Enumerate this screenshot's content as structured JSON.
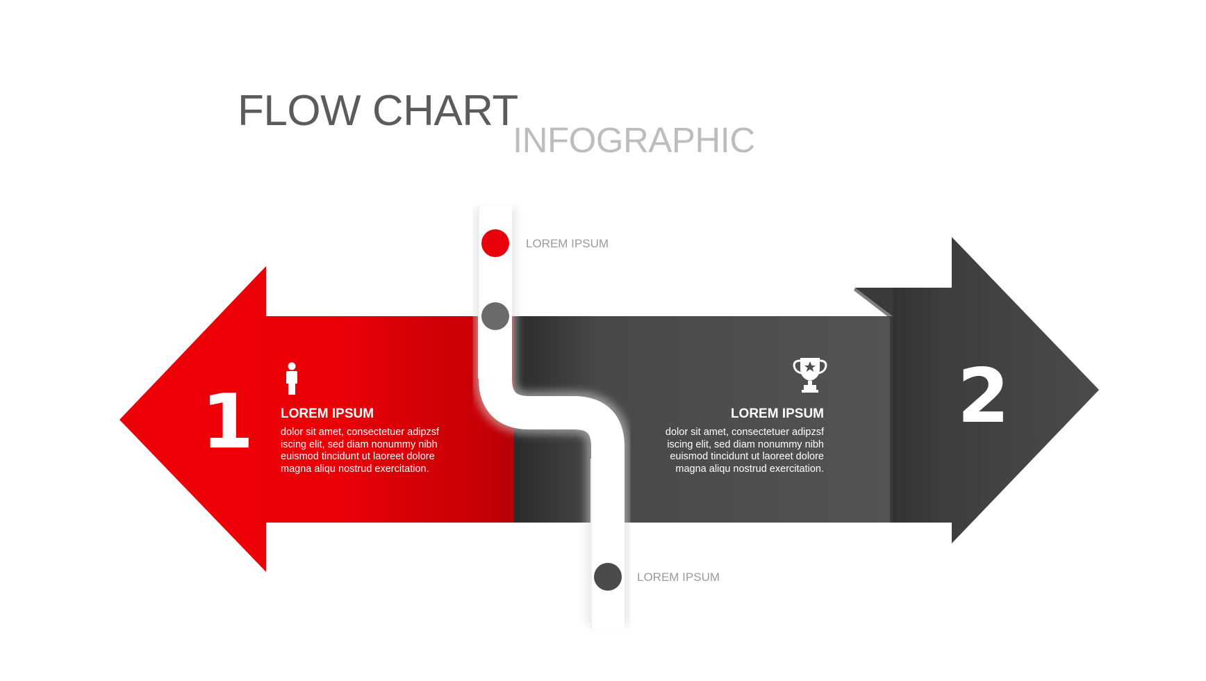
{
  "title": {
    "main": "FLOW CHART",
    "sub": "INFOGRAPHIC"
  },
  "steps": [
    {
      "number": "1",
      "heading": "LOREM IPSUM",
      "body": "dolor sit amet, consectetuer adipzsf iscing elit, sed diam nonummy nibh euismod tincidunt ut laoreet dolore magna aliqu nostrud exercitation.",
      "icon": "person-icon",
      "color": "#e8000a",
      "direction": "left"
    },
    {
      "number": "2",
      "heading": "LOREM IPSUM",
      "body": "dolor sit amet, consectetuer adipzsf iscing elit, sed diam nonummy nibh euismod tincidunt ut laoreet dolore magna aliqu nostrud exercitation.",
      "icon": "trophy-icon",
      "color": "#4e4e4e",
      "direction": "right"
    }
  ],
  "path_labels": {
    "top": "LOREM IPSUM",
    "bottom": "LOREM IPSUM"
  },
  "colors": {
    "accent": "#e8000a",
    "dark": "#4e4e4e",
    "marker_gray": "#6a6a6a",
    "title": "#5b5b5b",
    "subtitle": "#bdbdbd"
  }
}
